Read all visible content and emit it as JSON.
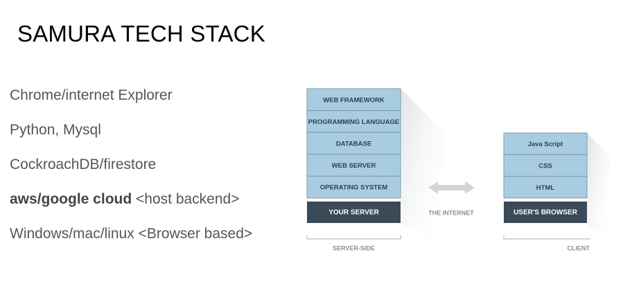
{
  "slide": {
    "title": "SAMURA TECH STACK"
  },
  "bullets": [
    {
      "bold": "",
      "text": "Chrome/internet Explorer"
    },
    {
      "bold": "",
      "text": "Python, Mysql"
    },
    {
      "bold": "",
      "text": "CockroachDB/firestore"
    },
    {
      "bold": "aws/google cloud",
      "text": " <host backend>"
    },
    {
      "bold": "",
      "text": "Windows/mac/linux <Browser based>"
    }
  ],
  "diagram": {
    "server": {
      "layers": [
        "WEB FRAMEWORK",
        "PROGRAMMING LANGUAGE",
        "DATABASE",
        "WEB SERVER",
        "OPERATING SYSTEM"
      ],
      "base": "YOUR SERVER",
      "caption": "SERVER-SIDE"
    },
    "internet": {
      "label": "THE INTERNET"
    },
    "client": {
      "layers": [
        "Java Script",
        "CSS",
        "HTML"
      ],
      "base": "USER'S BROWSER",
      "caption": "CLIENT"
    },
    "colors": {
      "layer_fill": "#a9cde0",
      "layer_stroke": "#7c9aad",
      "base_fill": "#3b4a57",
      "arrow": "#d2d4d7",
      "bracket": "#c4c8cc"
    }
  }
}
